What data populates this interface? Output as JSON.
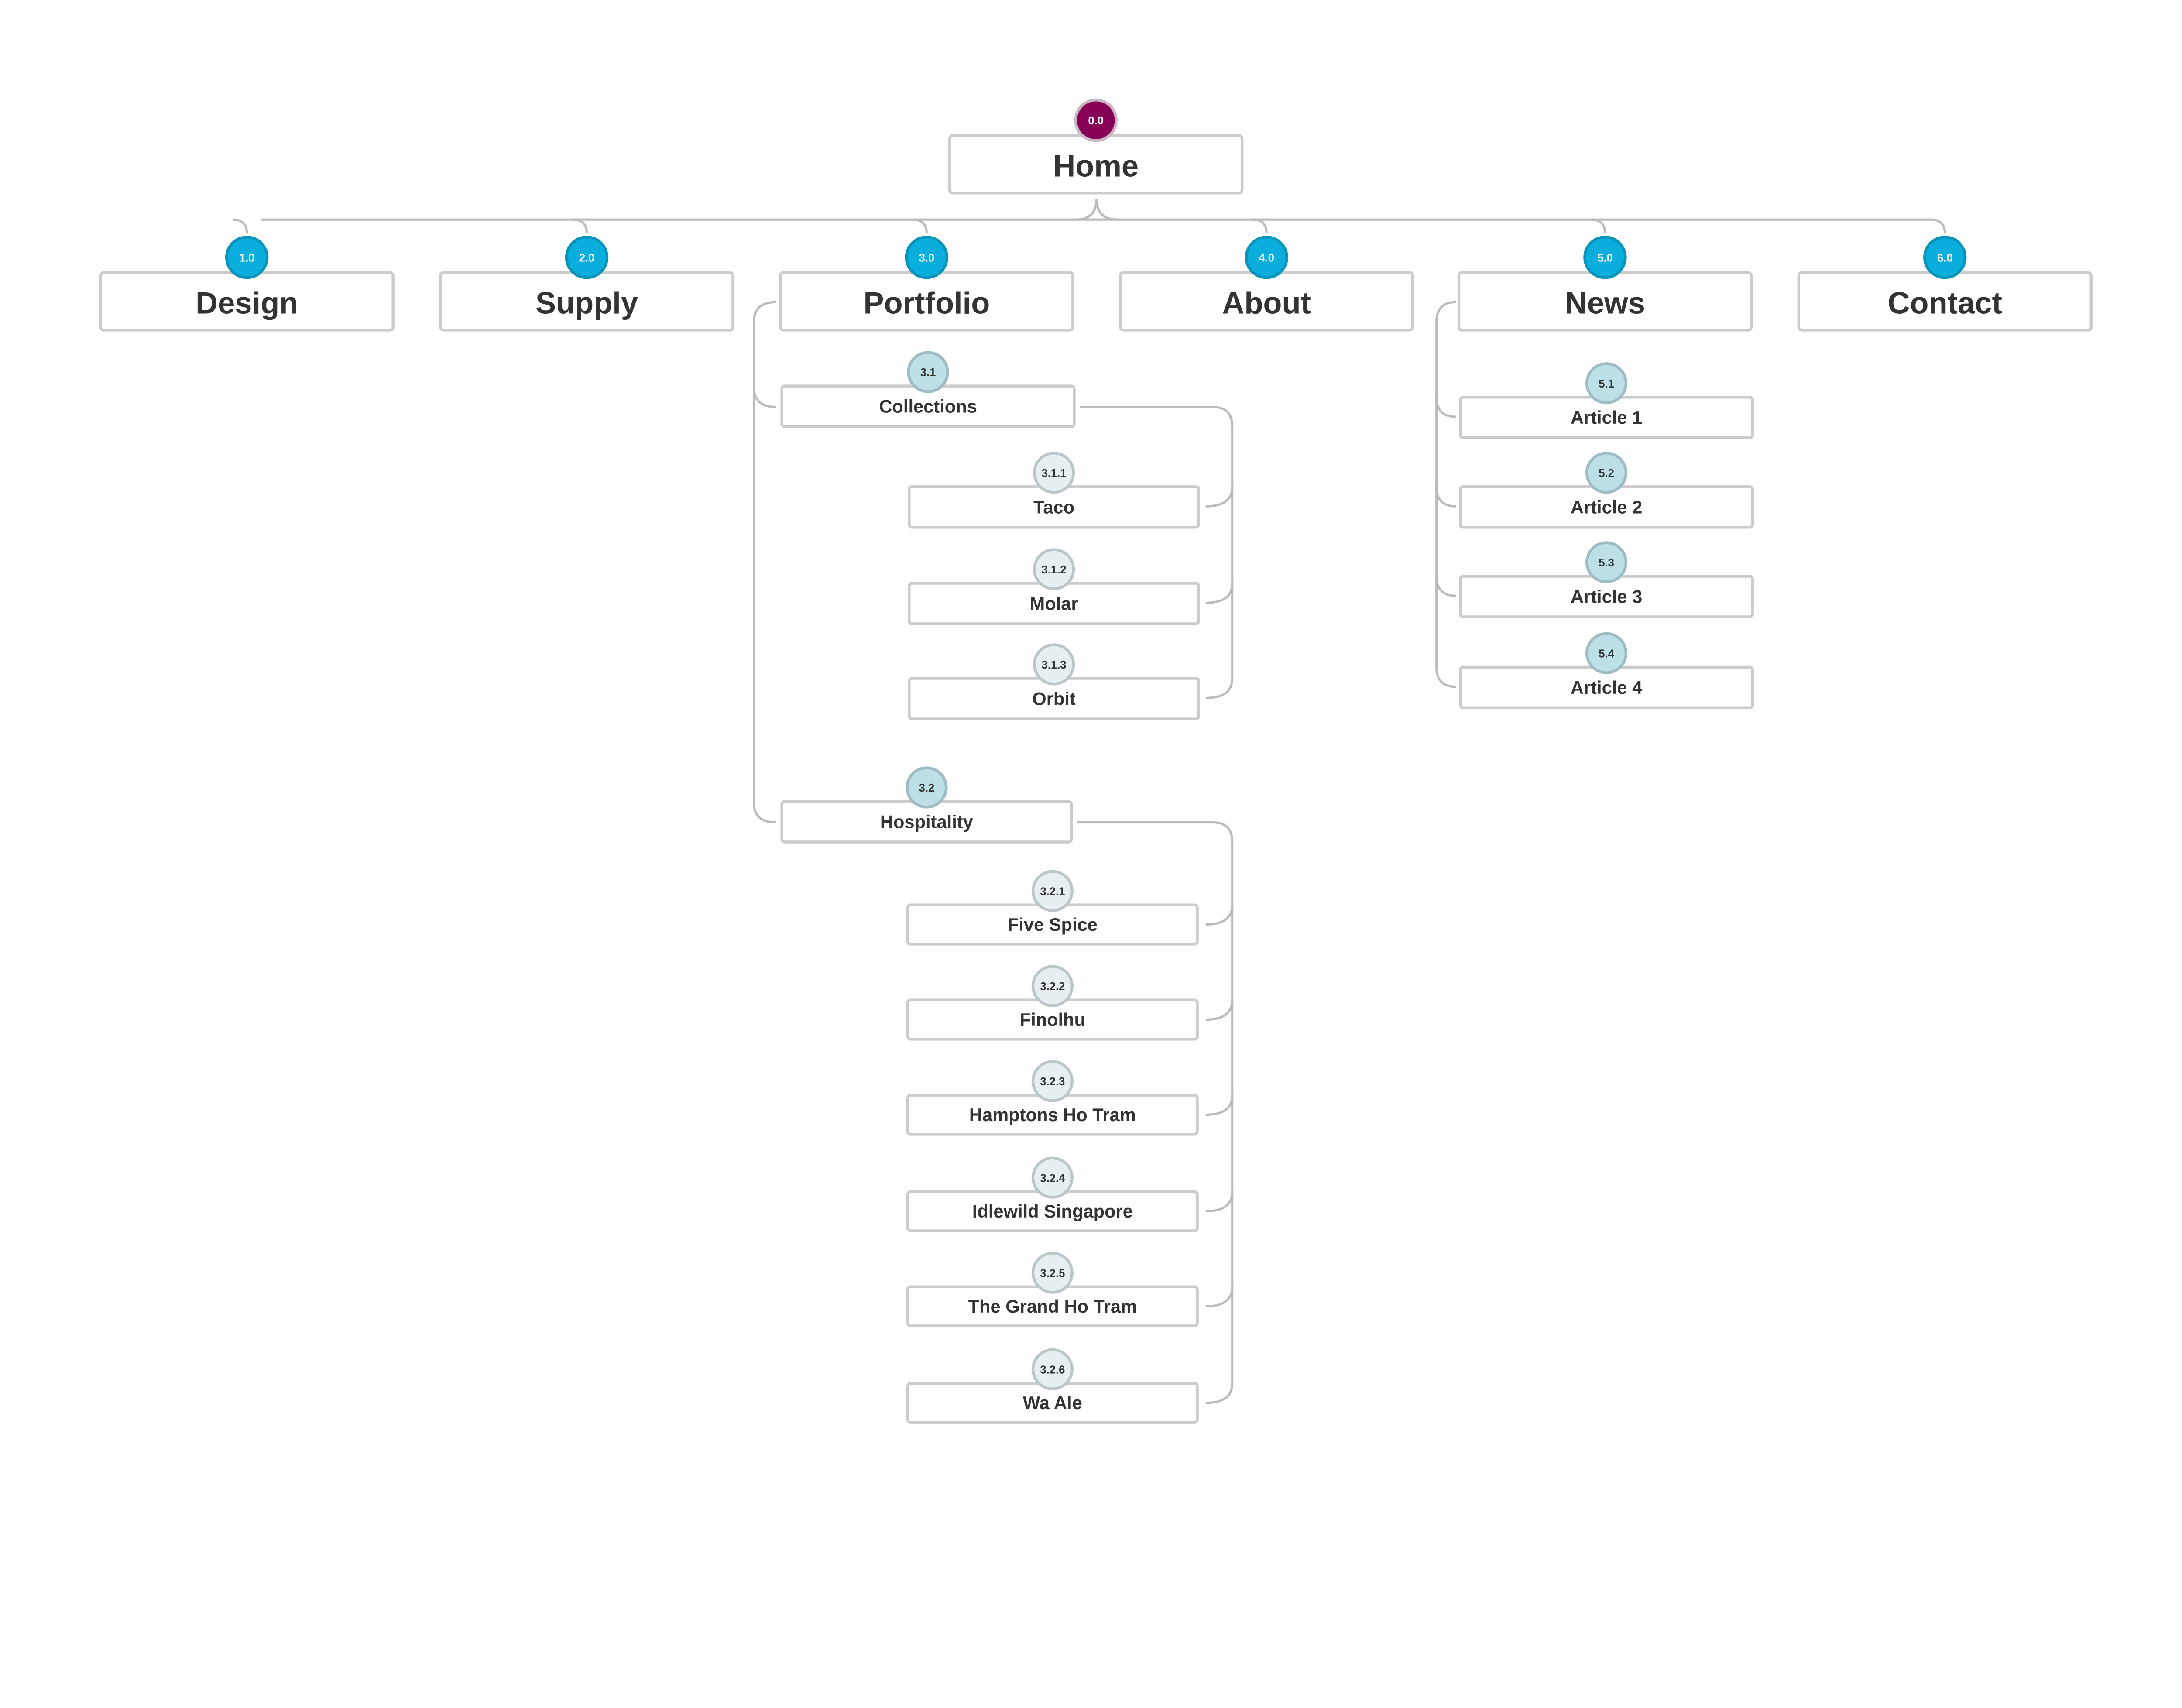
{
  "colors": {
    "root_badge": "#870057",
    "level1_badge": "#0aaedc",
    "level2_badge": "#bddfe7",
    "level3_badge": "#e6f0f3",
    "box_border": "#cccccc",
    "connector": "#bbbbbb",
    "text": "#333333"
  },
  "root": {
    "number": "0.0",
    "label": "Home",
    "children": [
      {
        "number": "1.0",
        "label": "Design",
        "children": []
      },
      {
        "number": "2.0",
        "label": "Supply",
        "children": []
      },
      {
        "number": "3.0",
        "label": "Portfolio",
        "children": [
          {
            "number": "3.1",
            "label": "Collections",
            "children": [
              {
                "number": "3.1.1",
                "label": "Taco"
              },
              {
                "number": "3.1.2",
                "label": "Molar"
              },
              {
                "number": "3.1.3",
                "label": "Orbit"
              }
            ]
          },
          {
            "number": "3.2",
            "label": "Hospitality",
            "children": [
              {
                "number": "3.2.1",
                "label": "Five Spice"
              },
              {
                "number": "3.2.2",
                "label": "Finolhu"
              },
              {
                "number": "3.2.3",
                "label": "Hamptons Ho Tram"
              },
              {
                "number": "3.2.4",
                "label": "Idlewild Singapore"
              },
              {
                "number": "3.2.5",
                "label": "The Grand Ho Tram"
              },
              {
                "number": "3.2.6",
                "label": "Wa Ale"
              }
            ]
          }
        ]
      },
      {
        "number": "4.0",
        "label": "About",
        "children": []
      },
      {
        "number": "5.0",
        "label": "News",
        "children": [
          {
            "number": "5.1",
            "label": "Article 1"
          },
          {
            "number": "5.2",
            "label": "Article 2"
          },
          {
            "number": "5.3",
            "label": "Article 3"
          },
          {
            "number": "5.4",
            "label": "Article 4"
          }
        ]
      },
      {
        "number": "6.0",
        "label": "Contact",
        "children": []
      }
    ]
  }
}
